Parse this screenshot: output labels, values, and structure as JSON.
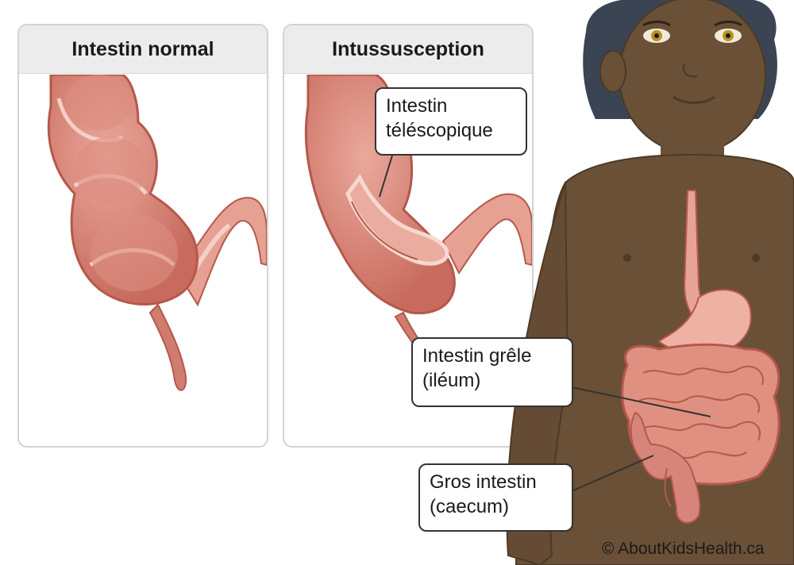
{
  "panels": {
    "normal": {
      "title": "Intestin normal"
    },
    "intussusception": {
      "title": "Intussusception"
    }
  },
  "labels": {
    "telescopic": {
      "line1": "Intestin",
      "line2": "téléscopique"
    },
    "ileum": {
      "line1": "Intestin grêle",
      "line2": "(iléum)"
    },
    "caecum": {
      "line1": "Gros intestin",
      "line2": "(caecum)"
    }
  },
  "copyright": "© AboutKidsHealth.ca",
  "colors": {
    "bowel": "#d9877a",
    "bowel_dark": "#b5584c",
    "bowel_light": "#f2b7aa",
    "skin": "#6a5036",
    "skin_dark": "#4d3926",
    "hair": "#3a4452",
    "panel_border": "#d3d3d3",
    "panel_header": "#ececec"
  }
}
